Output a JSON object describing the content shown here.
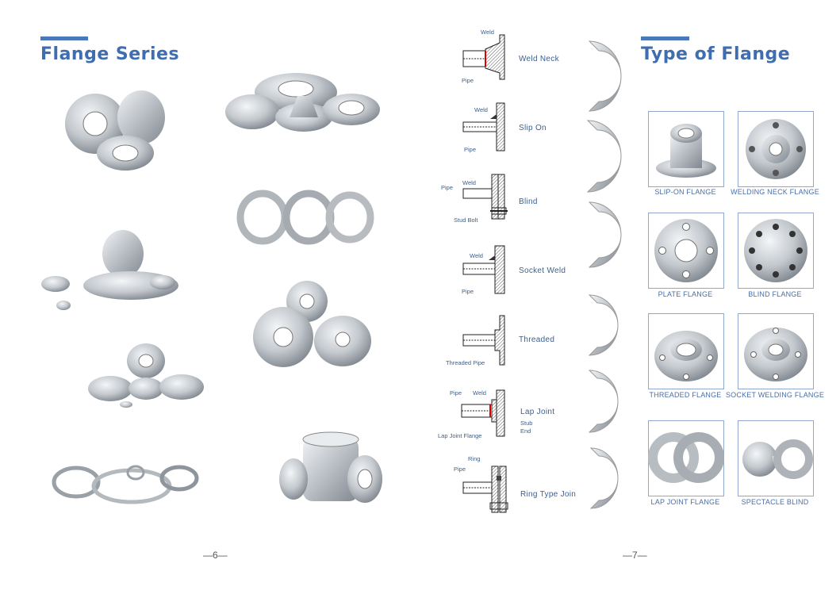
{
  "left_page": {
    "title": "Flange Series",
    "page_number": "—6—"
  },
  "right_page": {
    "title": "Type of Flange",
    "page_number": "—7—"
  },
  "diagrams": [
    {
      "name": "Weld Neck",
      "callouts": [
        "Weld",
        "Pipe"
      ]
    },
    {
      "name": "Slip On",
      "callouts": [
        "Weld",
        "Pipe"
      ]
    },
    {
      "name": "Blind",
      "callouts": [
        "Pipe",
        "Weld",
        "Stud Bolt"
      ]
    },
    {
      "name": "Socket Weld",
      "callouts": [
        "Weld",
        "Pipe"
      ]
    },
    {
      "name": "Threaded",
      "callouts": [
        "Threaded Pipe"
      ]
    },
    {
      "name": "Lap Joint",
      "callouts": [
        "Pipe",
        "Weld",
        "Stub",
        "End",
        "Lap Joint Flange"
      ]
    },
    {
      "name": "Ring Type Join",
      "callouts": [
        "Ring",
        "Pipe"
      ]
    }
  ],
  "flange_types": [
    "SLIP-ON FLANGE",
    "WELDING NECK FLANGE",
    "PLATE FLANGE",
    "BLIND FLANGE",
    "THREADED FLANGE",
    "SOCKET WELDING FLANGE",
    "LAP JOINT FLANGE",
    "SPECTACLE BLIND"
  ],
  "colors": {
    "title_blue": "#3f6eb0",
    "bar_blue": "#4a78b8",
    "steel_light": "#e4e7ea",
    "steel_dark": "#8a9098",
    "card_border": "#8fa8cc"
  }
}
